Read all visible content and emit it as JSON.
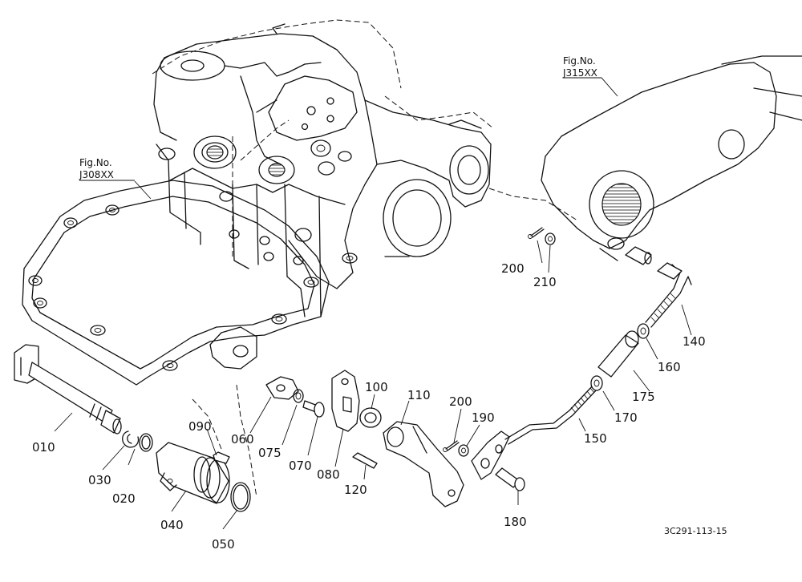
{
  "figure_refs": [
    {
      "label": "Fig.No.",
      "number": "J308XX"
    },
    {
      "label": "Fig.No.",
      "number": "J315XX"
    }
  ],
  "parts": [
    "010",
    "020",
    "030",
    "040",
    "050",
    "060",
    "070",
    "075",
    "080",
    "090",
    "100",
    "110",
    "120",
    "140",
    "150",
    "160",
    "170",
    "175",
    "180",
    "190",
    "200",
    "200",
    "210"
  ],
  "diagram_code": "3C291-113-15"
}
